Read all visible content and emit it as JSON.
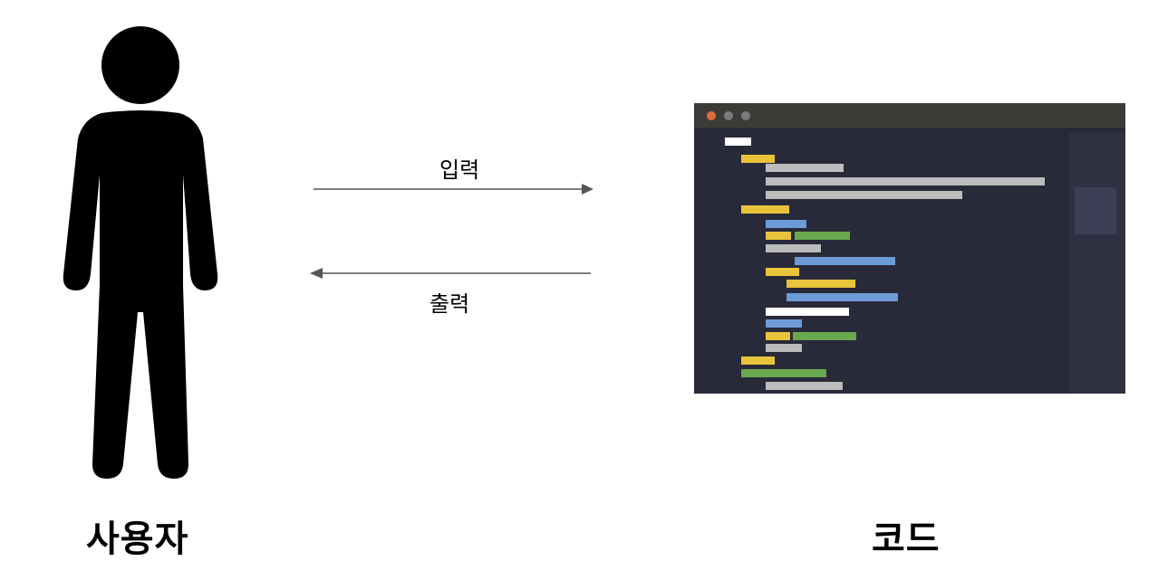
{
  "diagram": {
    "user_label": "사용자",
    "code_label": "코드",
    "input_label": "입력",
    "output_label": "출력"
  },
  "editor": {
    "window_dots": [
      "#e26a3b",
      "#7a7a7a",
      "#7a7a7a"
    ],
    "code_colors": {
      "white": "#ffffff",
      "yellow": "#e9c43b",
      "gray": "#bcbcbc",
      "blue": "#6c9bd8",
      "green": "#6aa84f"
    }
  }
}
